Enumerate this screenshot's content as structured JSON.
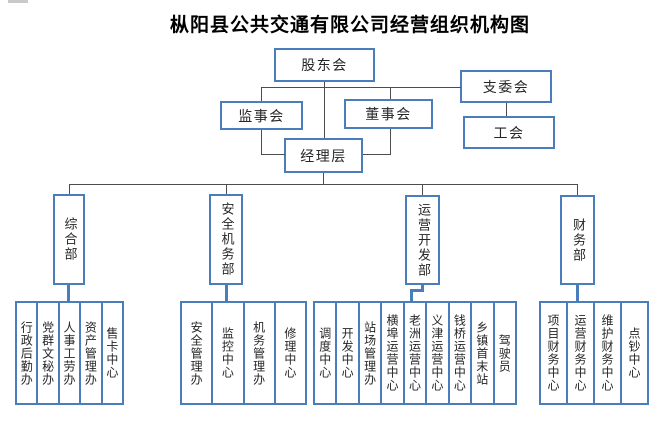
{
  "title": "枞阳县公共交通有限公司经营组织机构图",
  "nodes": {
    "shareholders": "股东会",
    "branch_committee": "支委会",
    "supervisory_board": "监事会",
    "board_of_directors": "董事会",
    "labor_union": "工会",
    "management_level": "经理层"
  },
  "departments": [
    {
      "label": "综合部",
      "children": [
        "行政后勤办",
        "党群文秘办",
        "人事工劳办",
        "资产管理办",
        "售卡中心"
      ]
    },
    {
      "label": "安全机务部",
      "children": [
        "安全管理办",
        "监控中心",
        "机务管理办",
        "修理中心"
      ]
    },
    {
      "label": "运营开发部",
      "children": [
        "调度中心",
        "开发中心",
        "站场管理办",
        "横埠运营中心",
        "老洲运营中心",
        "义津运营中心",
        "钱桥运营中心",
        "乡镇首末站",
        "驾驶员"
      ]
    },
    {
      "label": "财务部",
      "children": [
        "项目财务中心",
        "运营财务中心",
        "维护财务中心",
        "点钞中心"
      ]
    }
  ],
  "colors": {
    "box_border": "#4a7ebb",
    "connector_line": "#4d4d4d",
    "text": "#262626"
  }
}
